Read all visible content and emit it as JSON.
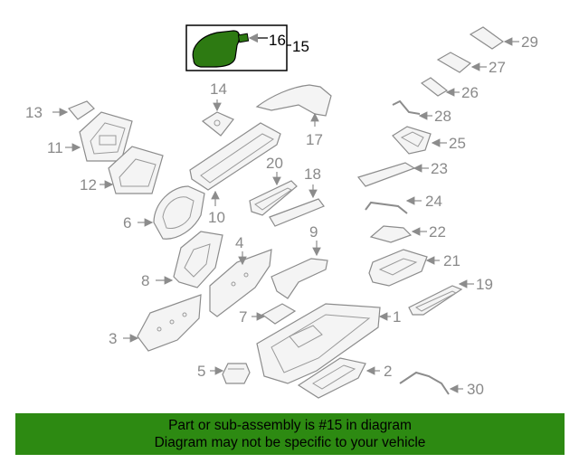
{
  "highlight": {
    "part_number": "15",
    "sub_part_number": "16",
    "fill_color": "#2d7a12",
    "box_color": "#000000"
  },
  "callouts": [
    "1",
    "2",
    "3",
    "4",
    "5",
    "6",
    "7",
    "8",
    "9",
    "10",
    "11",
    "12",
    "13",
    "14",
    "17",
    "18",
    "19",
    "20",
    "21",
    "22",
    "23",
    "24",
    "25",
    "26",
    "27",
    "28",
    "29",
    "30"
  ],
  "banner": {
    "line1": "Part or sub-assembly is #15 in diagram",
    "line2": "Diagram may not be specific to your vehicle",
    "background": "#2d8a12"
  }
}
